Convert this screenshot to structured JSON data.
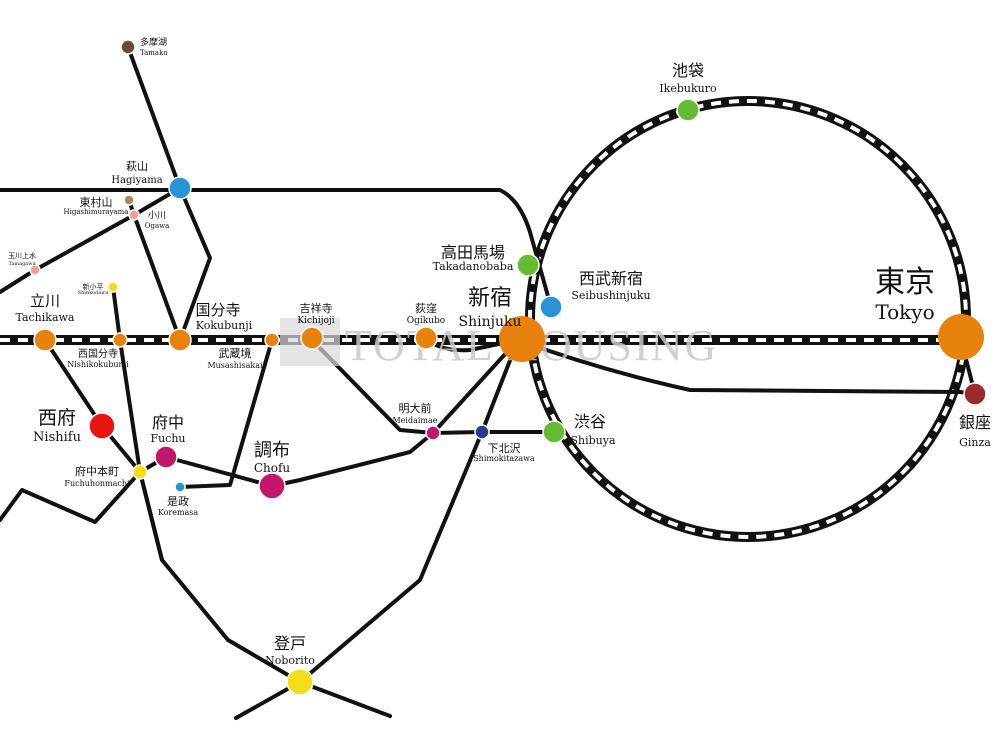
{
  "watermark": "TOTAL HOUSING",
  "colors": {
    "orange": "#e8820f",
    "green": "#66bb33",
    "blue": "#2a93d5",
    "magenta": "#c2186b",
    "yellow": "#f5dc1b",
    "red": "#e81515",
    "darkred": "#9b2a2a",
    "brown": "#6b4a3a",
    "tan": "#a88a5a",
    "pink": "#f0a090",
    "navy": "#2b3a8c"
  },
  "stations": [
    {
      "id": "tamako",
      "jp": "多摩湖",
      "en": "Tamako",
      "color": "brown",
      "size": "s"
    },
    {
      "id": "hagiyama",
      "jp": "萩山",
      "en": "Hagiyama",
      "color": "blue",
      "size": "m"
    },
    {
      "id": "higashimurayama",
      "jp": "東村山",
      "en": "Higashimurayama",
      "color": "tan",
      "size": "xs"
    },
    {
      "id": "ogawa",
      "jp": "小川",
      "en": "Ogawa",
      "color": "pink",
      "size": "xs"
    },
    {
      "id": "tamagawa",
      "jp": "玉川上水",
      "en": "Tamagawa",
      "color": "pink",
      "size": "xs"
    },
    {
      "id": "shinkodaira",
      "jp": "新小平",
      "en": "Shinkodaira",
      "color": "yellow",
      "size": "xs"
    },
    {
      "id": "tachikawa",
      "jp": "立川",
      "en": "Tachikawa",
      "color": "orange",
      "size": "m"
    },
    {
      "id": "nishikokubunji",
      "jp": "西国分寺",
      "en": "Nishikokubunji",
      "color": "orange",
      "size": "s"
    },
    {
      "id": "kokubunji",
      "jp": "国分寺",
      "en": "Kokubunji",
      "color": "orange",
      "size": "m"
    },
    {
      "id": "musashisakai",
      "jp": "武蔵境",
      "en": "Musashisakai",
      "color": "orange",
      "size": "s"
    },
    {
      "id": "kichijoji",
      "jp": "吉祥寺",
      "en": "Kichijoji",
      "color": "orange",
      "size": "m"
    },
    {
      "id": "ogikubo",
      "jp": "荻窪",
      "en": "Ogikubo",
      "color": "orange",
      "size": "m"
    },
    {
      "id": "shinjuku",
      "jp": "新宿",
      "en": "Shinjuku",
      "color": "orange",
      "size": "xl"
    },
    {
      "id": "tokyo",
      "jp": "東京",
      "en": "Tokyo",
      "color": "orange",
      "size": "xl"
    },
    {
      "id": "ikebukuro",
      "jp": "池袋",
      "en": "Ikebukuro",
      "color": "green",
      "size": "m"
    },
    {
      "id": "takadanobaba",
      "jp": "高田馬場",
      "en": "Takadanobaba",
      "color": "green",
      "size": "m"
    },
    {
      "id": "seibushinjuku",
      "jp": "西武新宿",
      "en": "Seibushinjuku",
      "color": "blue",
      "size": "m"
    },
    {
      "id": "shibuya",
      "jp": "渋谷",
      "en": "Shibuya",
      "color": "green",
      "size": "m"
    },
    {
      "id": "ginza",
      "jp": "銀座",
      "en": "Ginza",
      "color": "darkred",
      "size": "m"
    },
    {
      "id": "meidaimae",
      "jp": "明大前",
      "en": "Meidaimae",
      "color": "magenta",
      "size": "s"
    },
    {
      "id": "shimokitazawa",
      "jp": "下北沢",
      "en": "Shimokitazawa",
      "color": "navy",
      "size": "s"
    },
    {
      "id": "nishifu",
      "jp": "西府",
      "en": "Nishifu",
      "color": "red",
      "size": "l",
      "highlight": true
    },
    {
      "id": "fuchu",
      "jp": "府中",
      "en": "Fuchu",
      "color": "magenta",
      "size": "m"
    },
    {
      "id": "fuchuhonmachi",
      "jp": "府中本町",
      "en": "Fuchuhonmachi",
      "color": "yellow",
      "size": "s"
    },
    {
      "id": "koremasa",
      "jp": "是政",
      "en": "Koremasa",
      "color": "blue",
      "size": "xs"
    },
    {
      "id": "chofu",
      "jp": "調布",
      "en": "Chofu",
      "color": "magenta",
      "size": "l"
    },
    {
      "id": "noborito",
      "jp": "登戸",
      "en": "Noborito",
      "color": "yellow",
      "size": "l"
    }
  ]
}
